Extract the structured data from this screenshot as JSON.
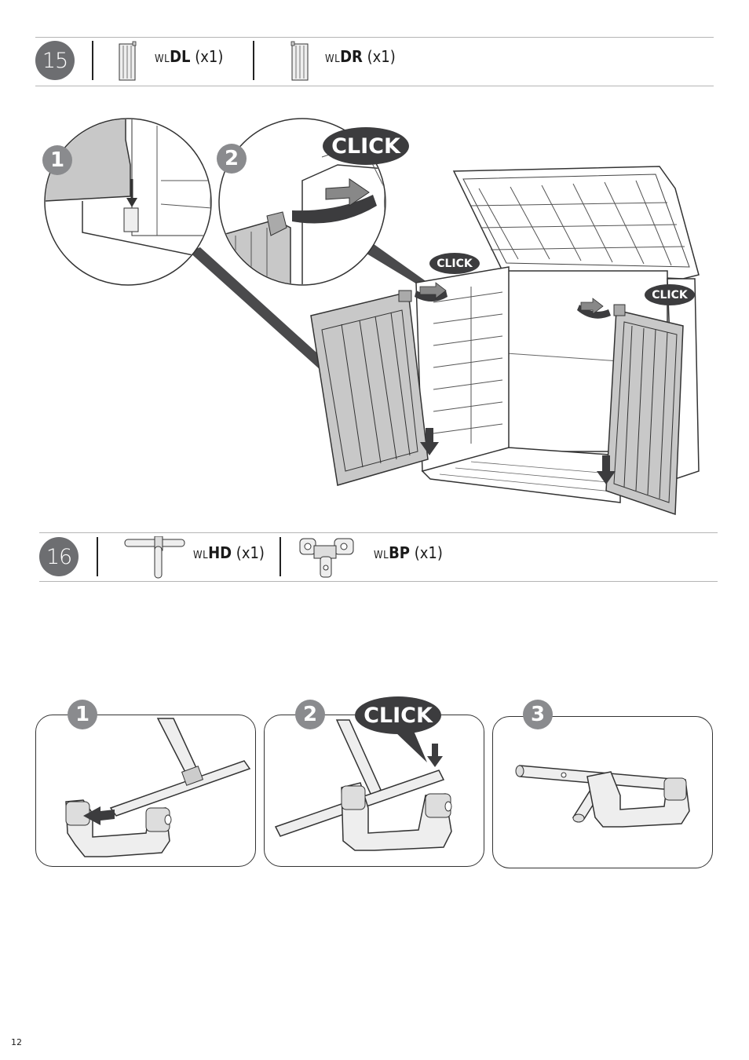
{
  "step15": {
    "number": "15",
    "parts": [
      {
        "prefix": "WL",
        "code": "DL",
        "qty": "(x1)",
        "icon": "left-door-icon"
      },
      {
        "prefix": "WL",
        "code": "DR",
        "qty": "(x1)",
        "icon": "right-door-icon"
      }
    ],
    "substeps": [
      "1",
      "2"
    ],
    "click_labels": [
      "CLICK",
      "CLICK",
      "CLICK"
    ]
  },
  "step16": {
    "number": "16",
    "parts": [
      {
        "prefix": "WL",
        "code": "HD",
        "qty": "(x1)",
        "icon": "handle-icon"
      },
      {
        "prefix": "WL",
        "code": "BP",
        "qty": "(x1)",
        "icon": "bracket-plate-icon"
      }
    ],
    "substeps": [
      "1",
      "2",
      "3"
    ],
    "click_label": "CLICK"
  },
  "page_number": "12",
  "colors": {
    "badge": "#6d6e71",
    "substep": "#8a8b8e",
    "click": "#3c3c3e",
    "panel_gray": "#c8c8c8"
  }
}
